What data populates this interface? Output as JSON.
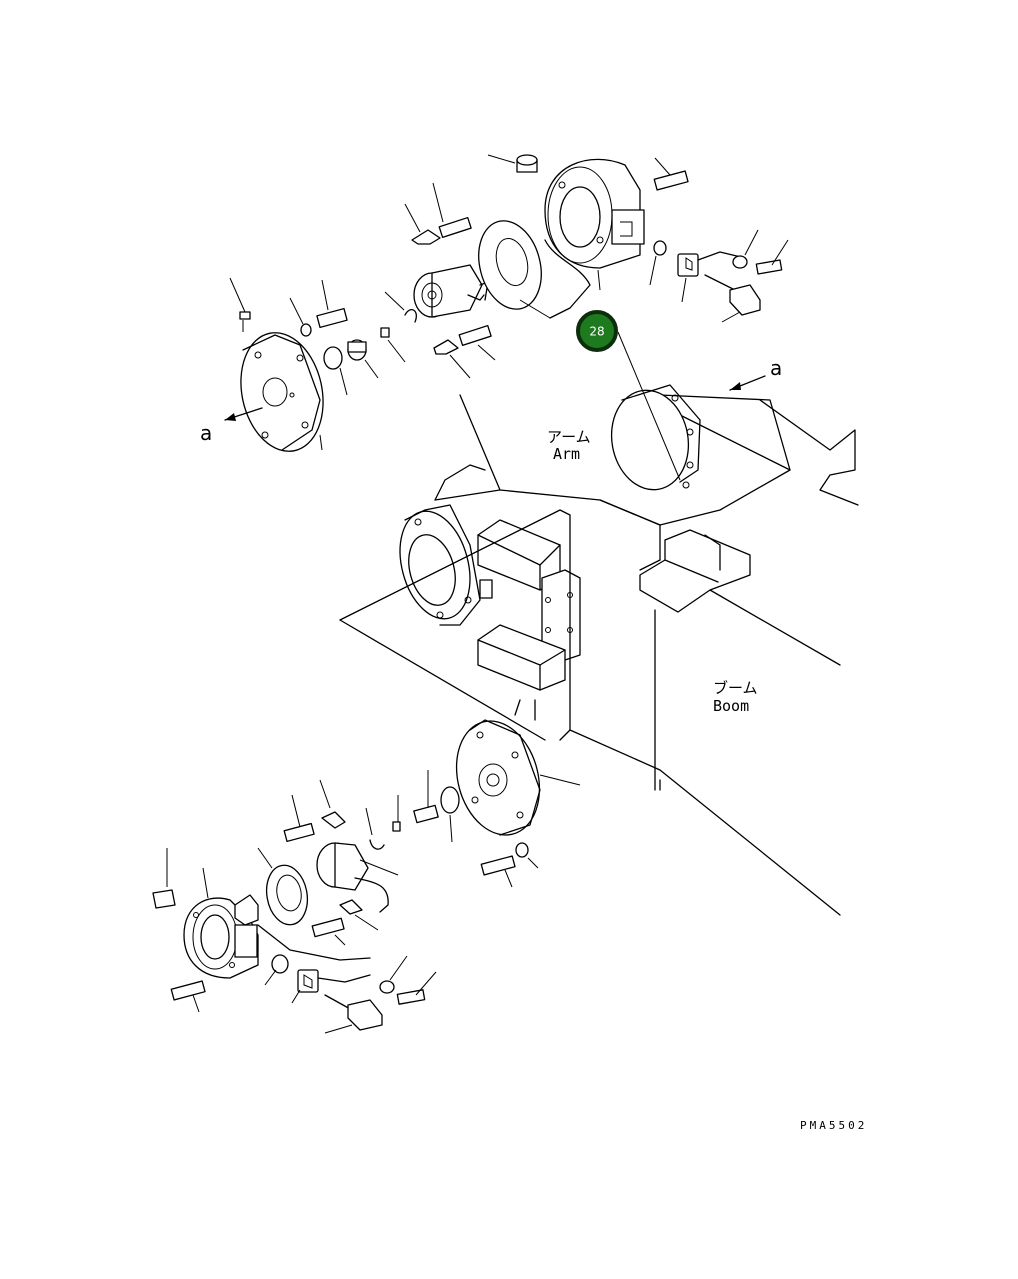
{
  "labels": {
    "arm_jp": "アーム",
    "arm_en": "Arm",
    "boom_jp": "ブーム",
    "boom_en": "Boom",
    "view_marker_left": "a",
    "view_marker_right": "a",
    "drawing_code": "PMA5502"
  },
  "callout": {
    "number": "28",
    "fill_color": "#1e7a1e",
    "border_color": "#0d2e0d",
    "text_color": "#ffffff"
  },
  "colors": {
    "line": "#000000",
    "background": "#ffffff"
  }
}
